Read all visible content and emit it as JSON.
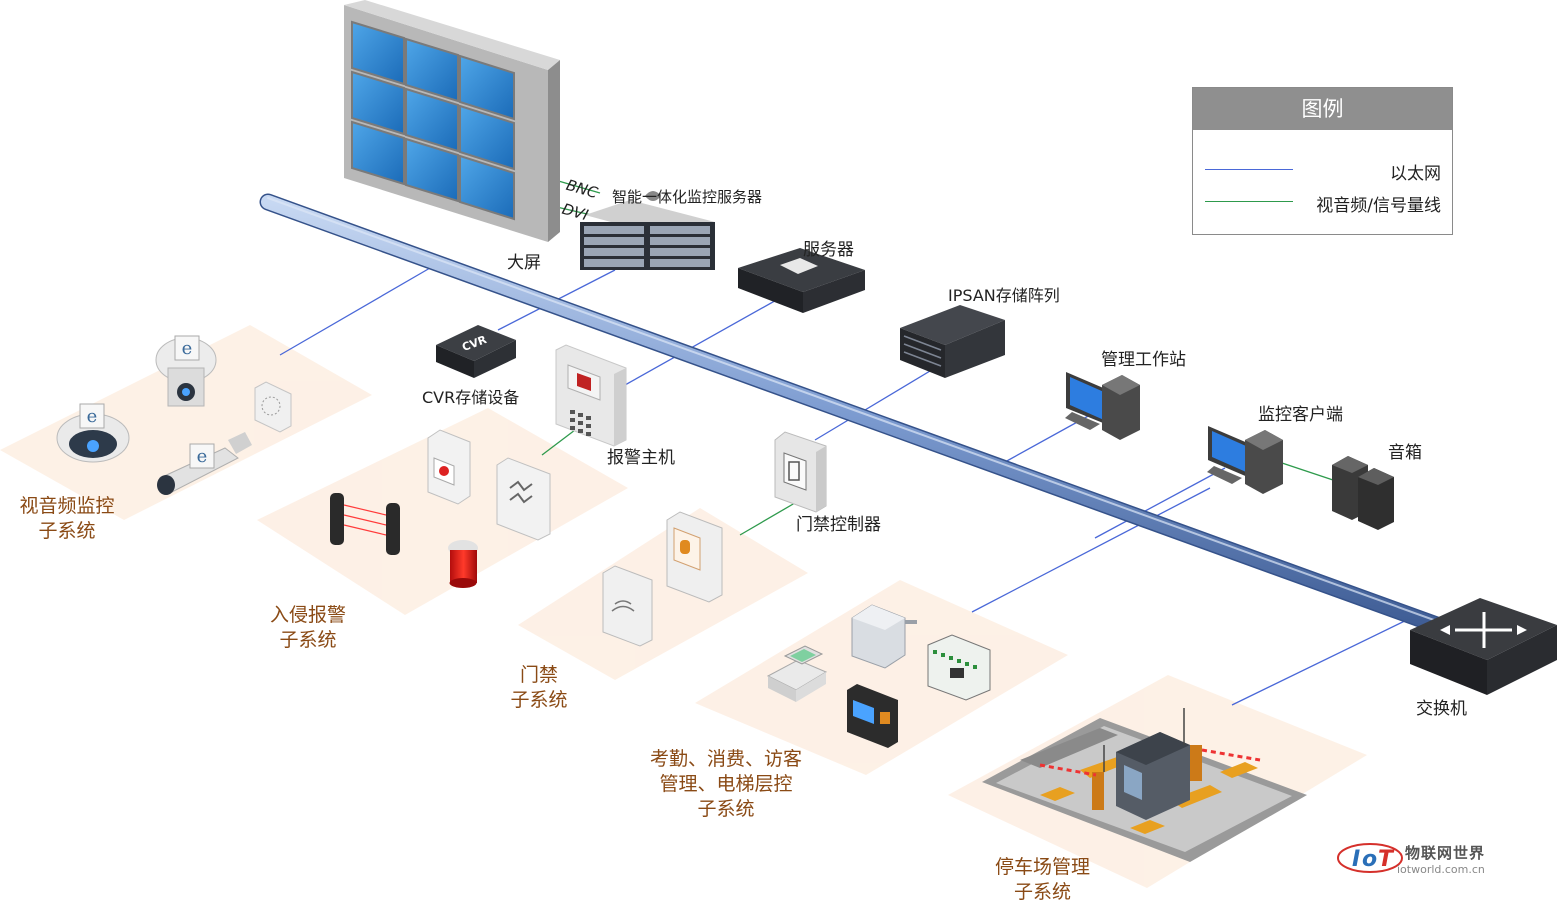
{
  "labels": {
    "big_screen": "大屏",
    "bnc": "BNC",
    "dvi": "DVI",
    "smart_server": "智能一体化监控服务器",
    "server": "服务器",
    "ipsan": "IPSAN存储阵列",
    "workstation": "管理工作站",
    "client": "监控客户端",
    "speaker": "音箱",
    "cvr": "CVR存储设备",
    "cvr_badge": "CVR",
    "alarm_host": "报警主机",
    "door_controller": "门禁控制器",
    "switch": "交换机"
  },
  "subsystems": {
    "video_l1": "视音频监控",
    "video_l2": "子系统",
    "intrusion_l1": "入侵报警",
    "intrusion_l2": "子系统",
    "access_l1": "门禁",
    "access_l2": "子系统",
    "attendance_l1": "考勤、消费、访客",
    "attendance_l2": "管理、电梯层控",
    "attendance_l3": "子系统",
    "parking_l1": "停车场管理",
    "parking_l2": "子系统"
  },
  "legend": {
    "title": "图例",
    "ethernet": "以太网",
    "av_signal": "视音频/信号量线"
  },
  "watermark": {
    "name": "物联网世界",
    "url": "iotworld.com.cn",
    "logo": "IoT"
  },
  "colors": {
    "ethernet_line": "#4a68d8",
    "signal_line": "#2e9a4c",
    "backbone": "#7f9fd0",
    "subsystem_bg": "#fdeee2",
    "subsystem_text": "#8a4a15"
  }
}
